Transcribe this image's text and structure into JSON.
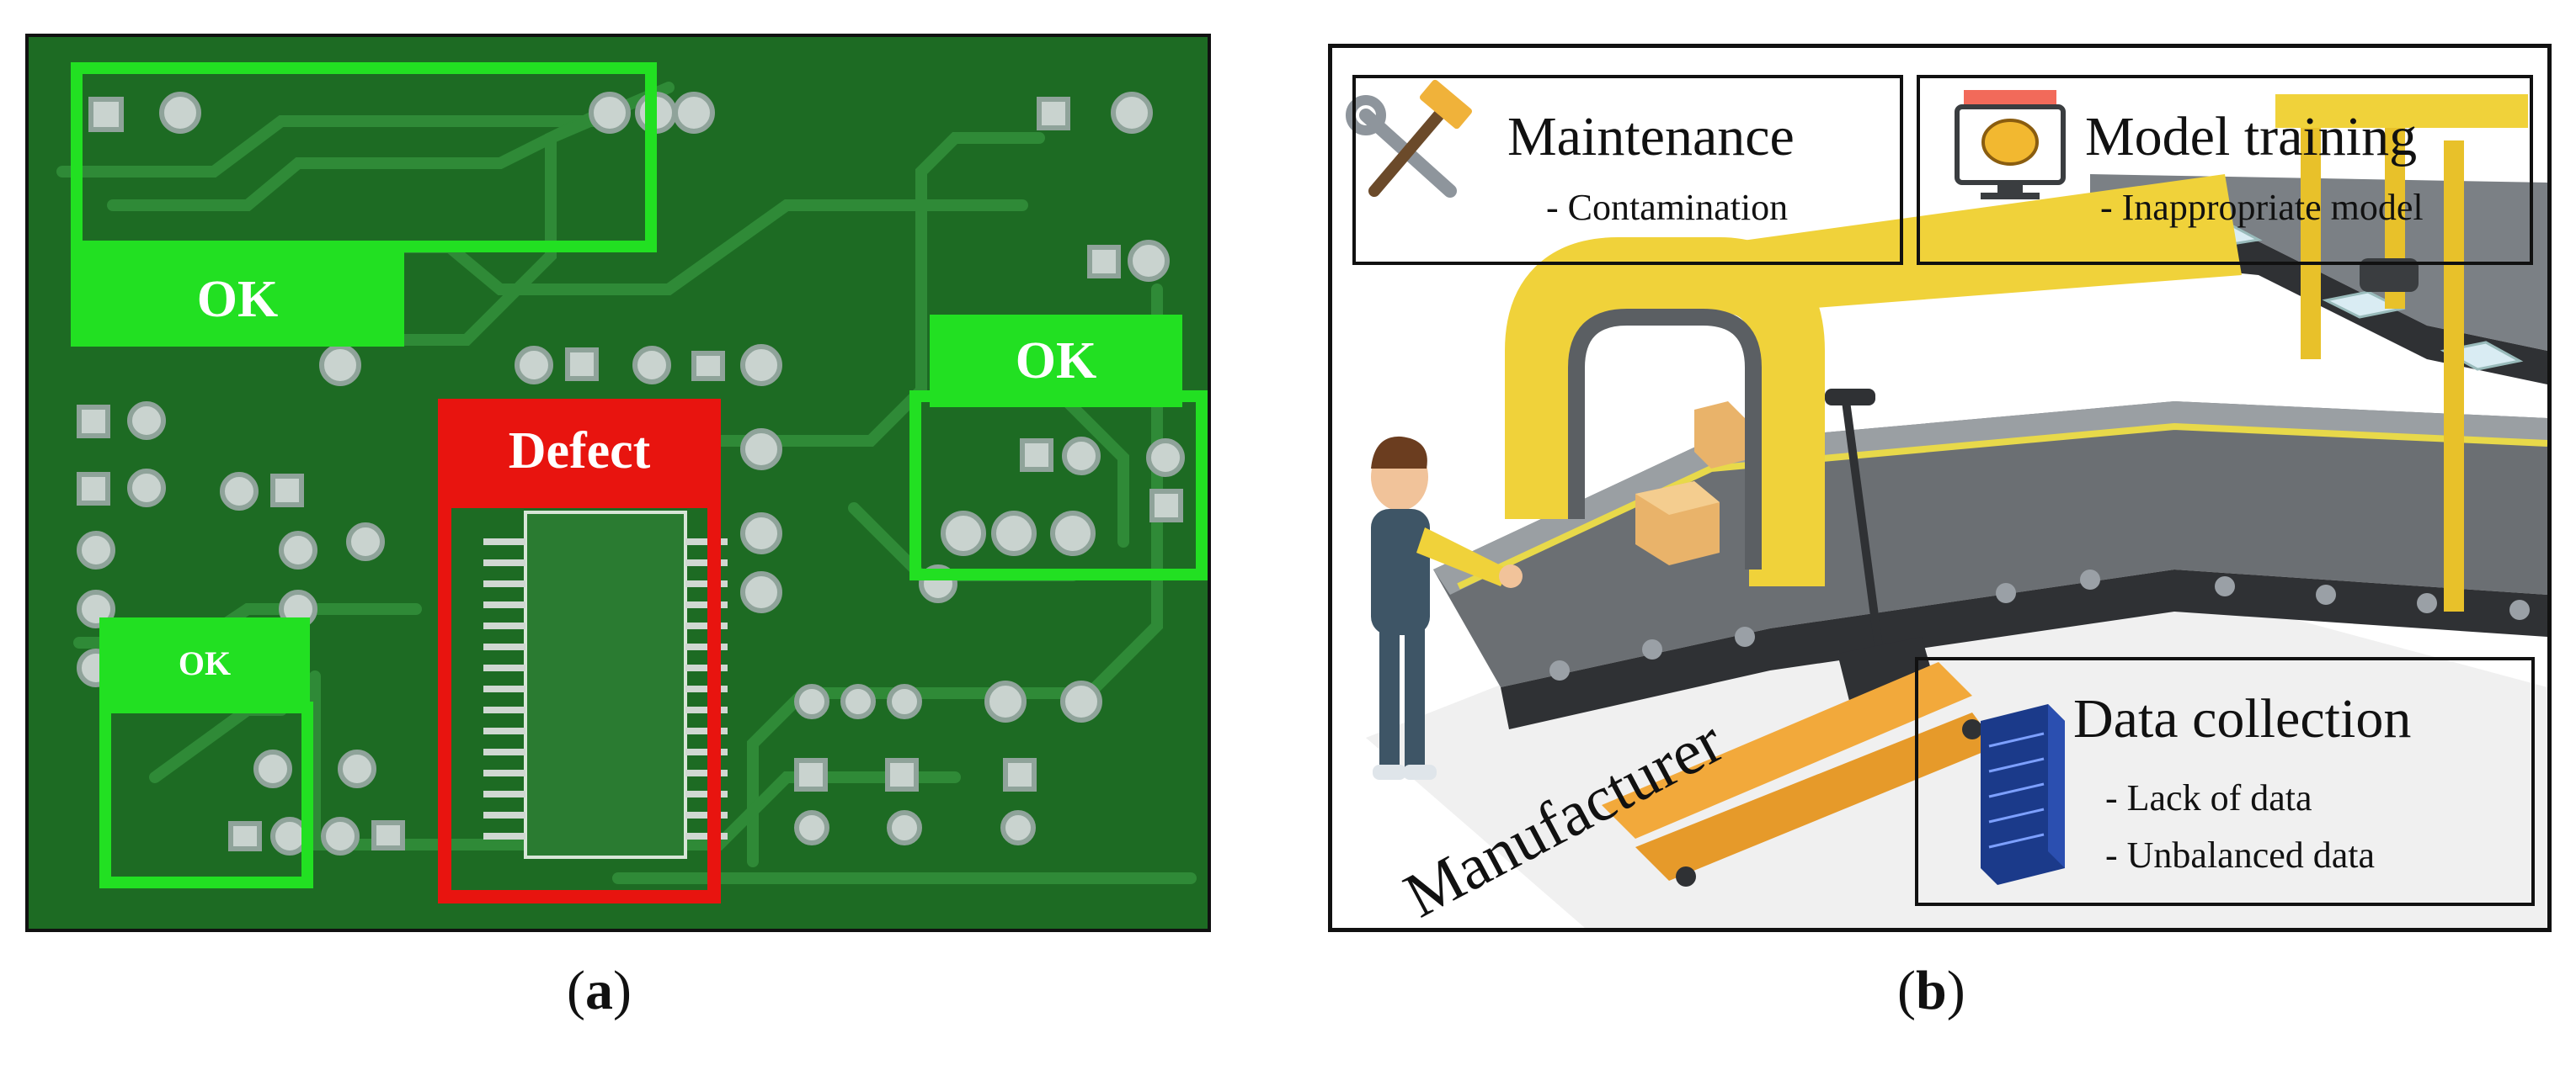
{
  "panel_a": {
    "caption_open": "(",
    "caption_letter": "a",
    "caption_close": ")",
    "labels": {
      "ok_top_left": "OK",
      "ok_right": "OK",
      "ok_bottom_left": "OK",
      "defect": "Defect"
    },
    "colors": {
      "board": "#1d6b23",
      "ok": "#22e022",
      "defect": "#e8140f"
    }
  },
  "panel_b": {
    "caption_open": "(",
    "caption_letter": "b",
    "caption_close": ")",
    "maintenance": {
      "title": "Maintenance",
      "items": [
        "- Contamination"
      ]
    },
    "model_training": {
      "title": "Model training",
      "items": [
        "- Inappropriate model"
      ]
    },
    "data_collection": {
      "title": "Data collection",
      "items": [
        "- Lack of data",
        "- Unbalanced data"
      ]
    },
    "manufacturer": "Manufacturer"
  }
}
